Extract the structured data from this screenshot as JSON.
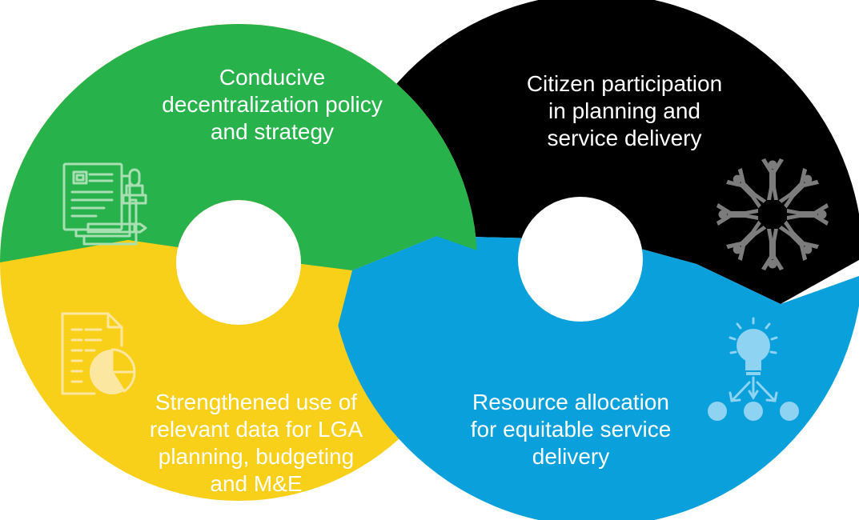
{
  "segments": [
    {
      "id": "green",
      "label": "Conducive\ndecentralization policy\nand strategy",
      "color": "#27b24b",
      "icon": "policy-document-stamp-icon"
    },
    {
      "id": "black",
      "label": "Citizen participation\nin planning and\nservice delivery",
      "color": "#000000",
      "icon": "people-circle-icon"
    },
    {
      "id": "yellow",
      "label": "Strengthened use of\nrelevant data for LGA\nplanning, budgeting\nand M&E",
      "color": "#f8cf19",
      "icon": "data-report-pie-icon"
    },
    {
      "id": "blue",
      "label": "Resource allocation\nfor equitable service\ndelivery",
      "color": "#0aa0dc",
      "icon": "lightbulb-network-icon"
    }
  ]
}
